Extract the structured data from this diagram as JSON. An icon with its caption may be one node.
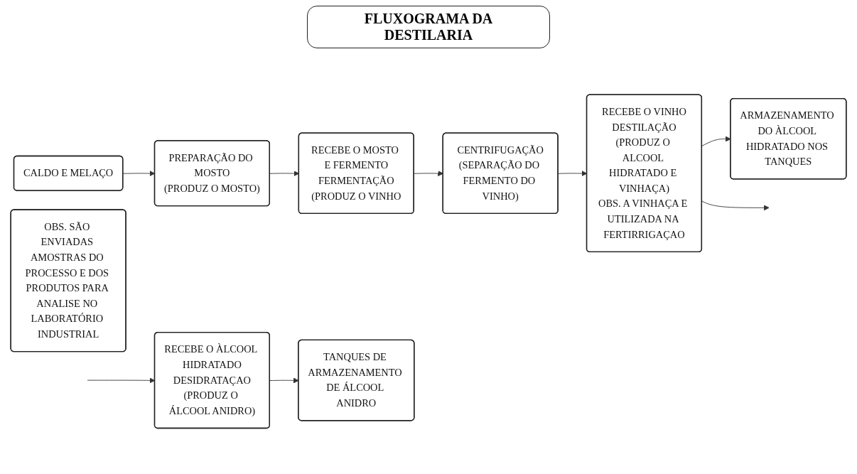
{
  "diagram": {
    "title": "FLUXOGRAMA DA DESTILARIA",
    "nodes": [
      {
        "text": [
          "CALDO E MELAÇO"
        ]
      },
      {
        "text": [
          "PREPARAÇÃO DO MOSTO",
          "(PRODUZ O MOSTO)"
        ]
      },
      {
        "text": [
          "RECEBE O MOSTO E FERMENTO",
          "FERMENTAÇÃO",
          "(PRODUZ O VINHO"
        ]
      },
      {
        "text": [
          "CENTRIFUGAÇÃO",
          "(SEPARAÇÃO DO FERMENTO DO VINHO)"
        ]
      },
      {
        "text": [
          "RECEBE O VINHO",
          "DESTILAÇÃO",
          "(PRODUZ O ALCOOL HIDRATADO E VINHAÇA)",
          "OBS. A VINHAÇA E UTILIZADA NA FERTIRRIGAÇAO"
        ]
      },
      {
        "text": [
          "ARMAZENAMENTO DO ÀLCOOL HIDRATADO NOS TANQUES"
        ]
      },
      {
        "text": [
          "RECEBE O ÀLCOOL HIDRATADO",
          "DESIDRATAÇAO",
          "(PRODUZ O ÁLCOOL ANIDRO)"
        ]
      },
      {
        "text": [
          "TANQUES DE ARMAZENAMENTO DE ÁLCOOL ANIDRO"
        ]
      },
      {
        "text": [
          "OBS. SÃO ENVIADAS AMOSTRAS DO PROCESSO E DOS PRODUTOS PARA ANALISE NO LABORATÓRIO INDUSTRIAL"
        ]
      }
    ],
    "edges": [
      {
        "from": 0,
        "to": 1,
        "arrow": "to"
      },
      {
        "from": 1,
        "to": 2,
        "arrow": "to"
      },
      {
        "from": 2,
        "to": 3,
        "arrow": "to"
      },
      {
        "from": 3,
        "to": 4,
        "arrow": "to"
      },
      {
        "from": 4,
        "to": 5,
        "arrow": "to"
      },
      {
        "from": 4,
        "to": null,
        "arrow": "to"
      },
      {
        "from": null,
        "to": 6,
        "arrow": "to"
      },
      {
        "from": 6,
        "to": 7,
        "arrow": "to"
      }
    ]
  }
}
